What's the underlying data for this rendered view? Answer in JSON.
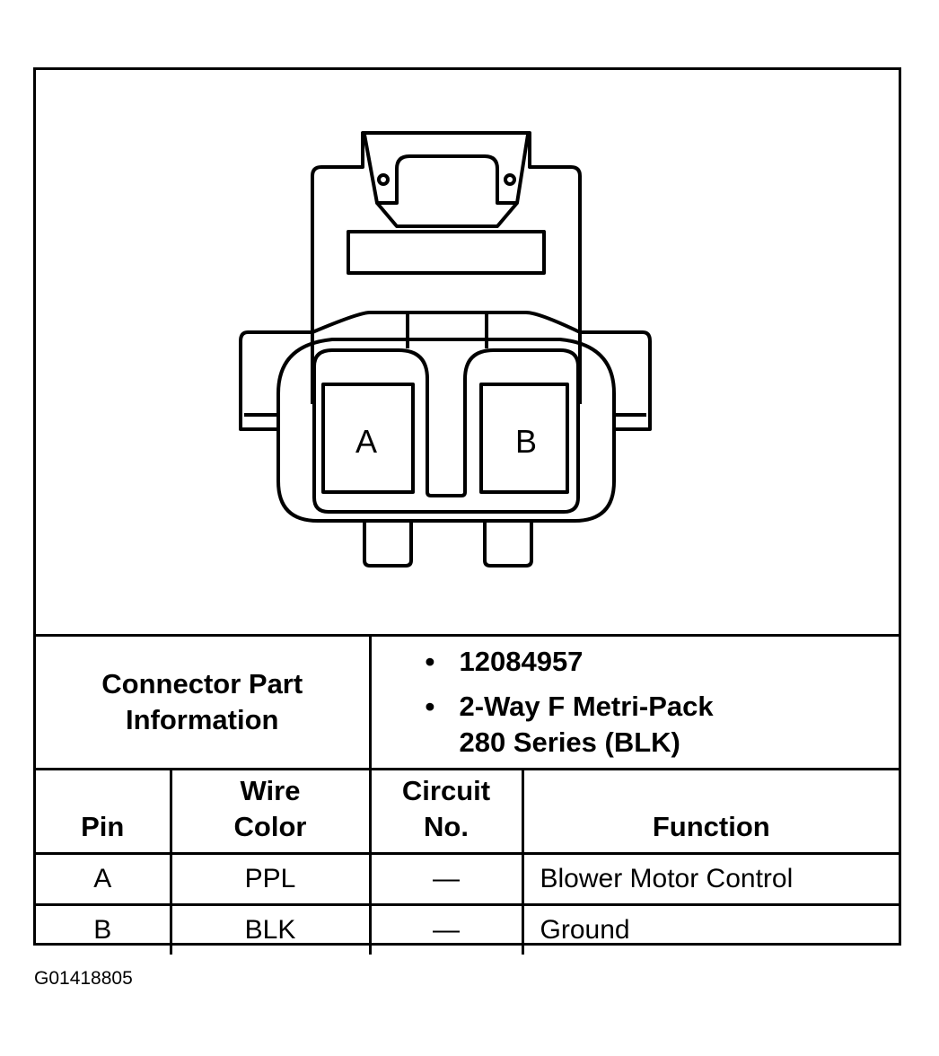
{
  "diagram": {
    "pin_labels": [
      "A",
      "B"
    ]
  },
  "connector_info": {
    "label_line1": "Connector Part",
    "label_line2": "Information",
    "part_number": "12084957",
    "description_line1": "2-Way F Metri-Pack",
    "description_line2": "280 Series (BLK)"
  },
  "table": {
    "headers": {
      "pin": "Pin",
      "wire_color_line1": "Wire",
      "wire_color_line2": "Color",
      "circuit_line1": "Circuit",
      "circuit_line2": "No.",
      "function": "Function"
    },
    "rows": [
      {
        "pin": "A",
        "wire_color": "PPL",
        "circuit": "—",
        "function": "Blower Motor Control"
      },
      {
        "pin": "B",
        "wire_color": "BLK",
        "circuit": "—",
        "function": "Ground"
      }
    ]
  },
  "figure_id": "G01418805"
}
